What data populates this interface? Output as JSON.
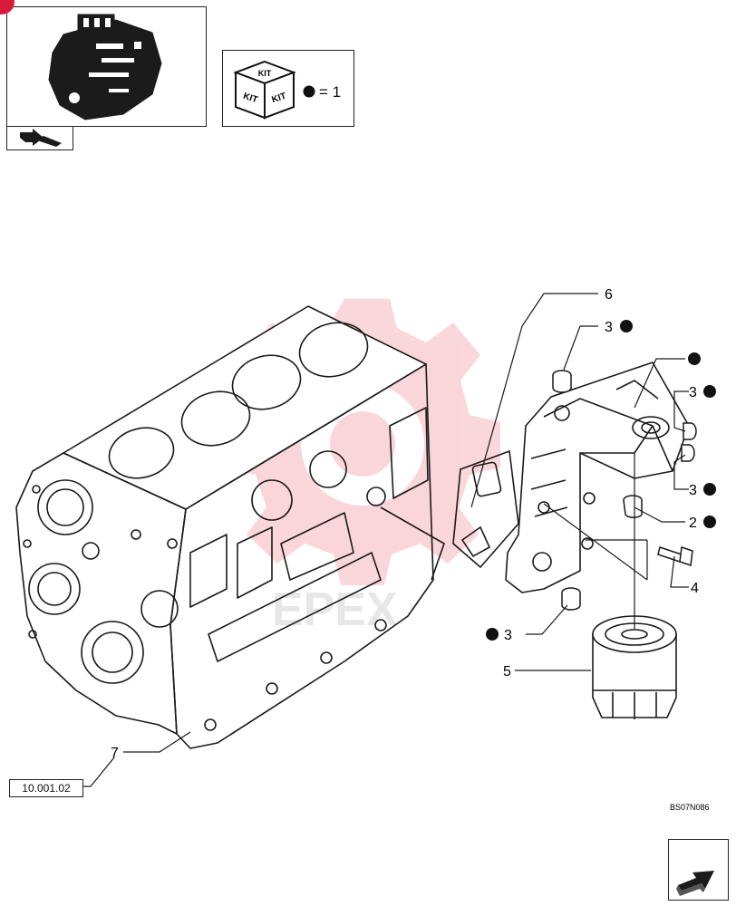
{
  "kit_box": {
    "cube_faces": [
      "KIT",
      "KIT",
      "KIT"
    ],
    "legend_value": "= 1"
  },
  "reference_tag": "10.001.02",
  "drawing_code": "BS07N086",
  "callouts": [
    {
      "number": "6",
      "kit": false
    },
    {
      "number": "3",
      "kit": true
    },
    {
      "number": "",
      "kit": true
    },
    {
      "number": "3",
      "kit": true
    },
    {
      "number": "3",
      "kit": true
    },
    {
      "number": "2",
      "kit": true
    },
    {
      "number": "4",
      "kit": false
    },
    {
      "number": "3",
      "kit": true
    },
    {
      "number": "5",
      "kit": false
    },
    {
      "number": "7",
      "kit": false
    }
  ],
  "colors": {
    "line": "#1a1a1a",
    "watermark": "#e8394a",
    "corner_badge": "#d81b3c"
  },
  "icons": [
    "engine-thumbnail-icon",
    "navigate-back-arrow-icon",
    "kit-cube-icon",
    "next-page-arrow-icon"
  ]
}
